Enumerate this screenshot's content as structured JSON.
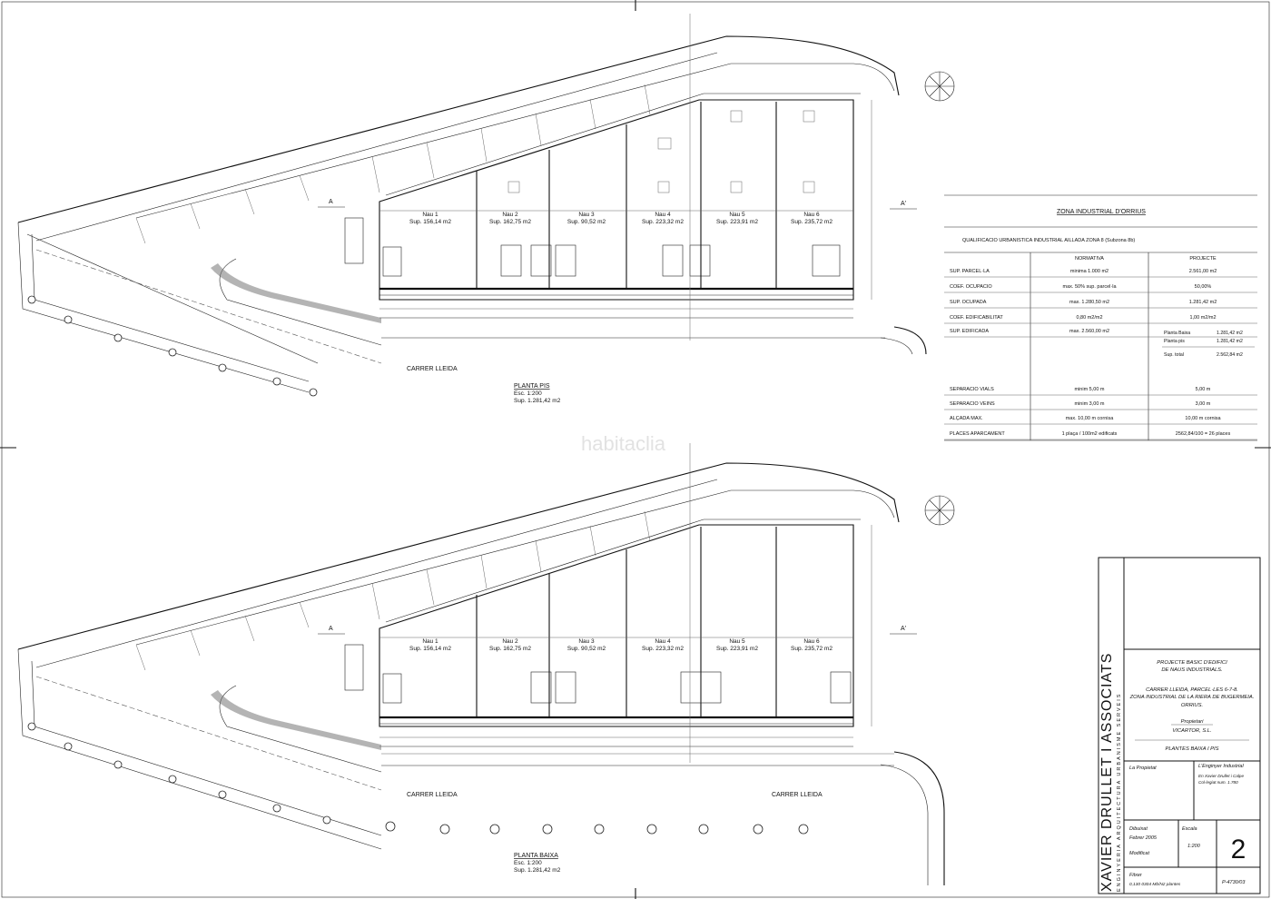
{
  "plan_upper": {
    "title": "PLANTA PIS",
    "scale": "Esc. 1:200",
    "surface": "Sup. 1.281,42 m2",
    "street": "CARRER  LLEIDA",
    "units": [
      {
        "name": "Nau 1",
        "sup": "Sup. 156,14 m2"
      },
      {
        "name": "Nau 2",
        "sup": "Sup. 162,75 m2"
      },
      {
        "name": "Nau 3",
        "sup": "Sup. 90,52 m2"
      },
      {
        "name": "Nau 4",
        "sup": "Sup. 223,32 m2"
      },
      {
        "name": "Nau 5",
        "sup": "Sup. 223,91 m2"
      },
      {
        "name": "Nau 6",
        "sup": "Sup. 235,72 m2"
      }
    ],
    "section_marks": [
      "A",
      "A'"
    ]
  },
  "plan_lower": {
    "title": "PLANTA BAIXA",
    "scale": "Esc. 1:200",
    "surface": "Sup. 1.281,42 m2",
    "street": "CARRER  LLEIDA",
    "street2": "CARRER  LLEIDA",
    "units": [
      {
        "name": "Nau 1",
        "sup": "Sup. 156,14 m2"
      },
      {
        "name": "Nau 2",
        "sup": "Sup. 162,75 m2"
      },
      {
        "name": "Nau 3",
        "sup": "Sup. 90,52 m2"
      },
      {
        "name": "Nau 4",
        "sup": "Sup. 223,32 m2"
      },
      {
        "name": "Nau 5",
        "sup": "Sup. 223,91 m2"
      },
      {
        "name": "Nau 6",
        "sup": "Sup. 235,72 m2"
      }
    ],
    "section_marks": [
      "A",
      "A'"
    ]
  },
  "zone_table": {
    "title": "ZONA INDUSTRIAL D'ORRIUS",
    "subtitle": "QUALIFICACIO URBANISTICA INDUSTRIAL AILLADA ZONA 8 (Subzona 8b)",
    "col_headers": [
      "",
      "NORMATIVA",
      "PROJECTE"
    ],
    "rows": [
      [
        "SUP. PARCEL·LA",
        "minima 1.000 m2",
        "2.561,00 m2"
      ],
      [
        "COEF. OCUPACIO",
        "max. 50% sup. parcel·la",
        "50,00%"
      ],
      [
        "SUP. OCUPADA",
        "max. 1.280,50 m2",
        "1.281,42 m2"
      ],
      [
        "COEF. EDIFICABILITAT",
        "0,80 m2/m2",
        "1,00 m2/m2"
      ],
      [
        "SUP. EDIFICADA",
        "max. 2.560,00 m2",
        ""
      ],
      [
        "SEPARACIO VIALS",
        "minim 5,00 m",
        "5,00 m"
      ],
      [
        "SEPARACIO VEINS",
        "minim 3,00 m",
        "3,00 m"
      ],
      [
        "ALÇADA MAX.",
        "max. 10,00 m cornisa",
        "10,00 m cornisa"
      ],
      [
        "PLACES APARCAMENT",
        "1 plaça / 100m2 edificats",
        "2562,84/100 = 26 places"
      ]
    ],
    "edificada_detail": [
      "Planta Baixa",
      "1.281,42 m2",
      "Planta pis",
      "1.281,42 m2",
      "Sup. total",
      "2.562,84 m2"
    ]
  },
  "title_block": {
    "firm_vertical": "XAVIER  DRULLET  I  ASSOCIATS",
    "firm_sub": "ENGINYERIA   ARQUITECTURA   URBANISME   SERVEIS",
    "project_lines": [
      "PROJECTE BASIC D'EDIFICI",
      "DE NAUS INDUSTRIALS.",
      "",
      "CARRER LLEIDA, PARCEL·LES 6-7-8.",
      "ZONA INDUSTRIAL DE LA RIERA DE BUGERMEIA.",
      "ORRIUS."
    ],
    "owner_label": "Propietari",
    "owner": "VICARTOR, S.L.",
    "sheet_title": "PLANTES BAIXA I PIS",
    "propietat_label": "La Propietat",
    "engineer_label": "L'Enginyer Industrial",
    "engineer_detail": [
      "En Xavier Drullet i Calpe",
      "Col·legiat num. 1.780"
    ],
    "dibuixat_label": "Dibuixat",
    "dibuixat_date": "Febrer 2005",
    "modificat_label": "Modificat",
    "escala_label": "Escala",
    "escala_value": "1:200",
    "sheet_number": "2",
    "file_label": "Fitxer",
    "file_value": "0,130 0304 Mb/N2 plantes",
    "code": "P-4730/03"
  },
  "watermark": "habitaclia"
}
